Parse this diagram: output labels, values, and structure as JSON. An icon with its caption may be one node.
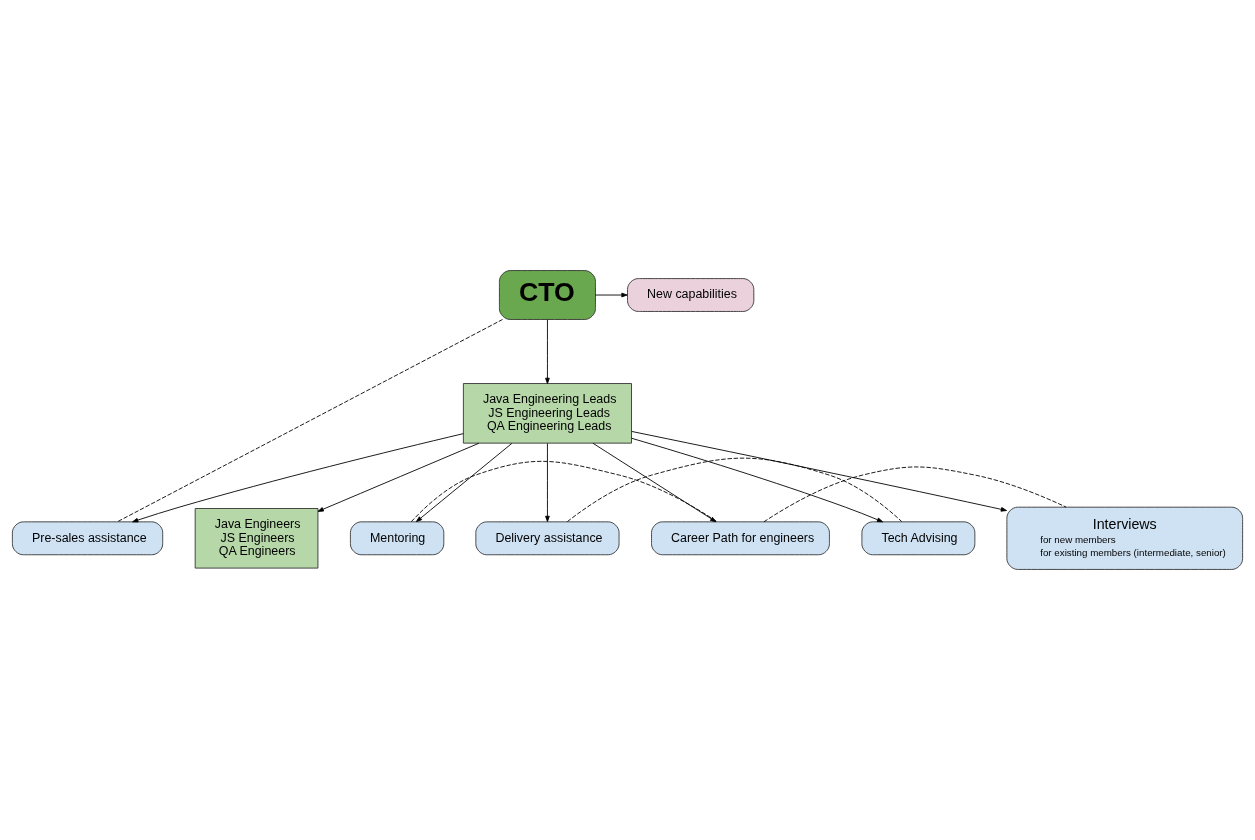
{
  "diagram": {
    "nodes": [
      {
        "text": [
          "CTO"
        ]
      },
      {
        "text": [
          "New capabilities"
        ]
      },
      {
        "text": [
          "Java Engineers",
          "JS Engineers",
          "QA Engineers"
        ]
      },
      {
        "text": [
          "Pre-sales assistance"
        ]
      },
      {
        "text": [
          "Mentoring"
        ]
      },
      {
        "text": [
          "Java Engineering Leads",
          "JS Engineering Leads",
          "QA Engineering Leads"
        ]
      },
      {
        "text": [
          "Delivery assistance"
        ]
      },
      {
        "text": [
          "Career Path for engineers"
        ]
      },
      {
        "text": [
          "Tech Advising"
        ]
      },
      {
        "text": [
          "Interviews",
          "for new members",
          "for existing members (intermediate, senior)"
        ]
      }
    ],
    "edges": [
      {
        "from": 0,
        "to": 1,
        "arrow": "to"
      },
      {
        "from": 0,
        "to": 3,
        "arrow": "none",
        "style": "dashed"
      },
      {
        "from": 0,
        "to": 5,
        "arrow": "to"
      },
      {
        "from": 5,
        "to": 2,
        "arrow": "to"
      },
      {
        "from": 5,
        "to": 4,
        "arrow": "to"
      },
      {
        "from": 5,
        "to": 7,
        "arrow": "to"
      },
      {
        "from": 5,
        "to": 9,
        "arrow": "to"
      },
      {
        "from": 5,
        "to": 3,
        "arrow": "to"
      },
      {
        "from": 5,
        "to": 6,
        "arrow": "to"
      },
      {
        "from": 5,
        "to": 8,
        "arrow": "to"
      },
      {
        "from": 4,
        "to": 7,
        "arrow": "none",
        "style": "dashed"
      },
      {
        "from": 7,
        "to": 9,
        "arrow": "none",
        "style": "dashed"
      },
      {
        "from": 6,
        "to": 8,
        "arrow": "none",
        "style": "dashed"
      }
    ]
  }
}
